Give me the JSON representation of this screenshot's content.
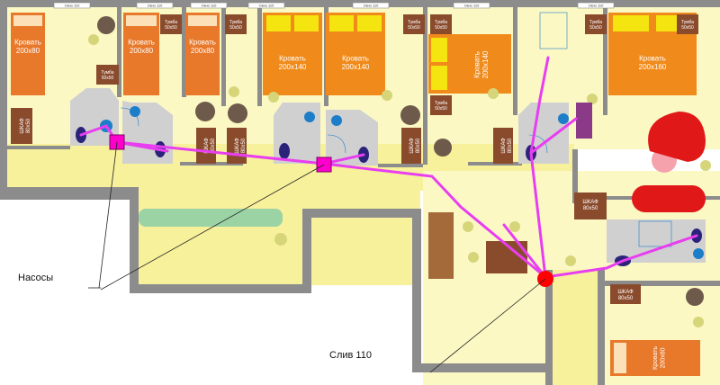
{
  "labels": {
    "bed_200x80": "Кровать 200х80",
    "bed_200x140": "Кровать 200х140",
    "bed_200x160": "Кровать 200х160",
    "nightstand": "Тумба 50х50",
    "wardrobe": "ШКАФ 80х50",
    "window": "Окно 110",
    "pumps": "Насосы",
    "drain": "Слив 110"
  },
  "colors": {
    "floor": "#fbf8c4",
    "corridor": "#f7f19b",
    "wall": "#8c8c8c",
    "bed": "#e8782a",
    "bed_orange": "#f08a1a",
    "pillow": "#f4e40f",
    "furniture": "#8a4b2d",
    "pipe": "#e83ef0",
    "pump": "#ff00cc",
    "drain": "#ff0000",
    "bath_floor": "#d0d0d0",
    "wc": "#2b237a",
    "sink": "#1c7ec8"
  }
}
